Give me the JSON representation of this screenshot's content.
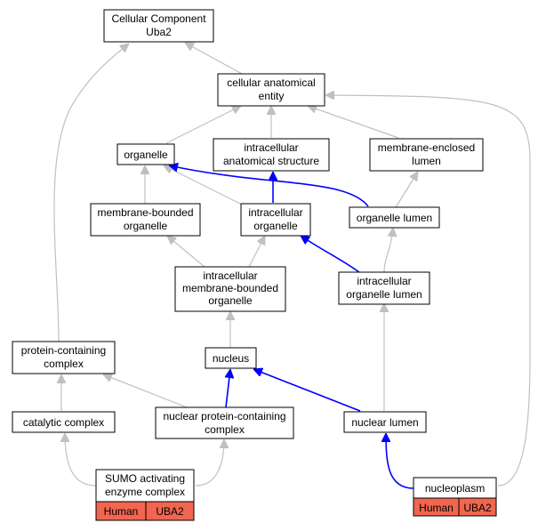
{
  "nodes": {
    "cellular_component_uba2": [
      "Cellular Component",
      "Uba2"
    ],
    "cellular_anatomical_entity": [
      "cellular anatomical",
      "entity"
    ],
    "organelle": [
      "organelle"
    ],
    "intracellular_anatomical_structure": [
      "intracellular",
      "anatomical structure"
    ],
    "membrane_enclosed_lumen": [
      "membrane-enclosed",
      "lumen"
    ],
    "membrane_bounded_organelle": [
      "membrane-bounded",
      "organelle"
    ],
    "intracellular_organelle": [
      "intracellular",
      "organelle"
    ],
    "organelle_lumen": [
      "organelle lumen"
    ],
    "intracellular_membrane_bounded_organelle": [
      "intracellular",
      "membrane-bounded",
      "organelle"
    ],
    "intracellular_organelle_lumen": [
      "intracellular",
      "organelle lumen"
    ],
    "protein_containing_complex": [
      "protein-containing",
      "complex"
    ],
    "nucleus": [
      "nucleus"
    ],
    "catalytic_complex": [
      "catalytic complex"
    ],
    "nuclear_protein_containing_complex": [
      "nuclear protein-containing",
      "complex"
    ],
    "nuclear_lumen": [
      "nuclear lumen"
    ],
    "sumo_activating_enzyme_complex": [
      "SUMO activating",
      "enzyme complex"
    ],
    "nucleoplasm": [
      "nucleoplasm"
    ]
  },
  "annotations": {
    "sumo_activating_enzyme_complex": {
      "species": "Human",
      "gene": "UBA2"
    },
    "nucleoplasm": {
      "species": "Human",
      "gene": "UBA2"
    }
  },
  "colors": {
    "is_a_edge": "#c0c0c0",
    "part_of_edge": "#0000ff",
    "annotation_fill": "#f2654f"
  }
}
